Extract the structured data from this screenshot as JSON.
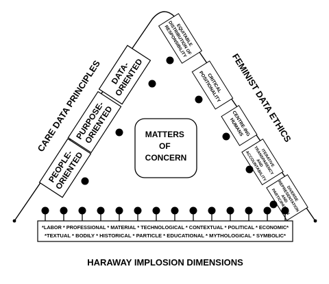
{
  "sides": {
    "left": "CARE DATA PRINCIPLES",
    "right": "FEMINIST DATA ETHICS",
    "bottom": "HARAWAY IMPLOSION DIMENSIONS"
  },
  "center": {
    "lines": [
      "MATTERS",
      "OF",
      "CONCERN"
    ]
  },
  "care_principles": [
    {
      "lines": [
        "PEOPLE-",
        "ORIENTED"
      ]
    },
    {
      "lines": [
        "PURPOSE-",
        "ORIENTED"
      ]
    },
    {
      "lines": [
        "DATA-",
        "ORIENTED"
      ]
    }
  ],
  "feminist_ethics": [
    {
      "lines": [
        "EQUITABLE",
        "DISTRIBUTION OF",
        "RESPONSIBILITY"
      ]
    },
    {
      "lines": [
        "CRITICAL",
        "POSITIONALITY"
      ]
    },
    {
      "lines": [
        "CENTRE-ING",
        "HUMANS"
      ]
    },
    {
      "lines": [
        "ITERATIVE",
        "TRANSPARENCY",
        "AND",
        "ACCOUNTABILITY"
      ]
    },
    {
      "lines": [
        "DIVERSE",
        "REPRESENTATION",
        "AND",
        "PARTICIPATION"
      ]
    }
  ],
  "implosion_dimensions": {
    "line1": "*LABOR * PROFESSIONAL * MATERIAL * TECHNOLOGICAL * CONTEXTUAL * POLITICAL * ECONOMIC*",
    "line2": "*TEXTUAL * BODILY * HISTORICAL * PARTICLE * EDUCATIONAL * MYTHOLOGICAL * SYMBOLIC*"
  }
}
